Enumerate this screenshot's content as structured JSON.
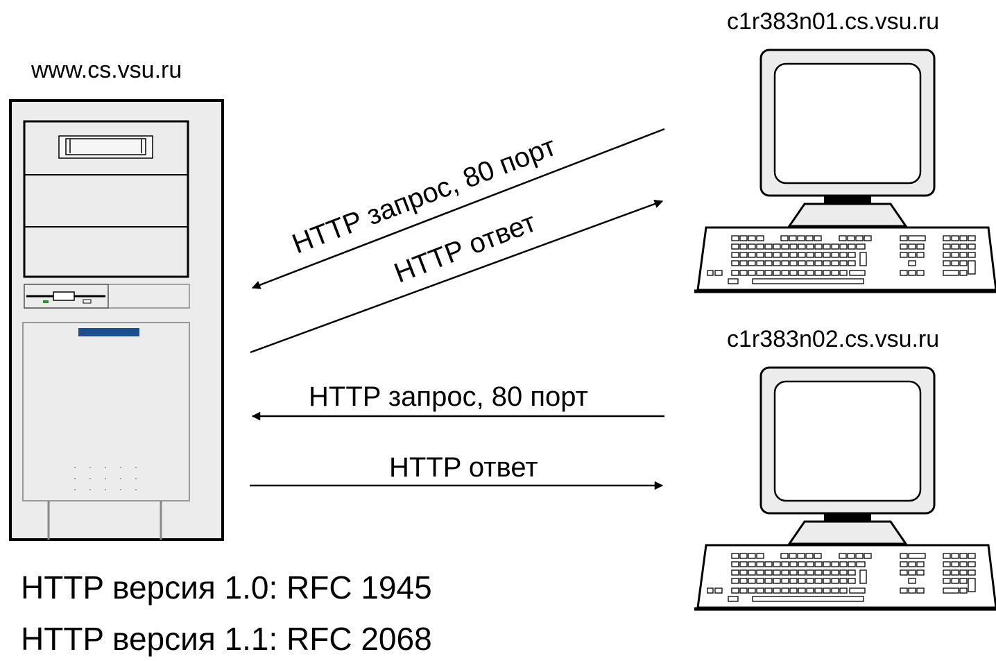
{
  "server": {
    "hostname": "www.cs.vsu.ru"
  },
  "clients": [
    {
      "hostname": "c1r383n01.cs.vsu.ru"
    },
    {
      "hostname": "c1r383n02.cs.vsu.ru"
    }
  ],
  "messages": {
    "client1": {
      "request": "HTTP запрос, 80 порт",
      "response": "HTTP ответ"
    },
    "client2": {
      "request": "HTTP запрос, 80 порт",
      "response": "HTTP ответ"
    }
  },
  "versions": [
    "HTTP версия 1.0: RFC 1945",
    "HTTP версия 1.1: RFC 2068"
  ],
  "colors": {
    "line": "#000000",
    "server_fill": "#ececec",
    "indicator": "#1f4e8c"
  }
}
